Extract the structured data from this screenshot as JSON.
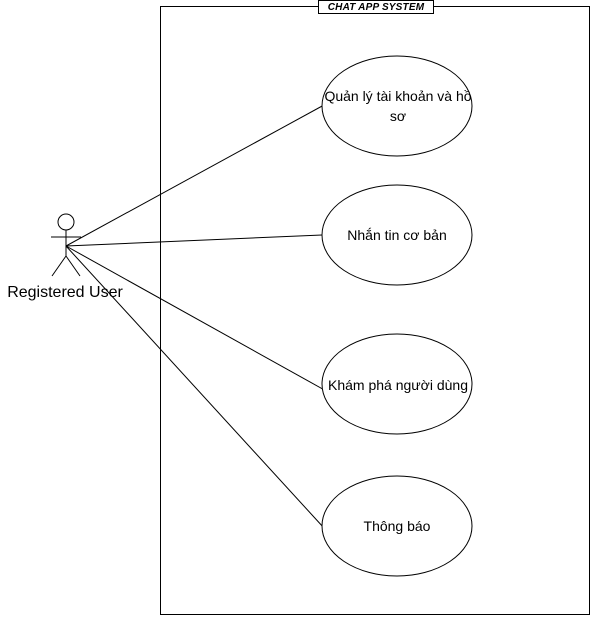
{
  "system": {
    "title": "CHAT APP SYSTEM"
  },
  "actor": {
    "name": "Registered User"
  },
  "use_cases": [
    {
      "label": "Quản lý tài khoản và hồ sơ"
    },
    {
      "label": "Nhắn tin cơ bản"
    },
    {
      "label": "Khám phá người dùng"
    },
    {
      "label": "Thông báo"
    }
  ],
  "colors": {
    "stroke": "#000000",
    "fill": "#ffffff"
  }
}
